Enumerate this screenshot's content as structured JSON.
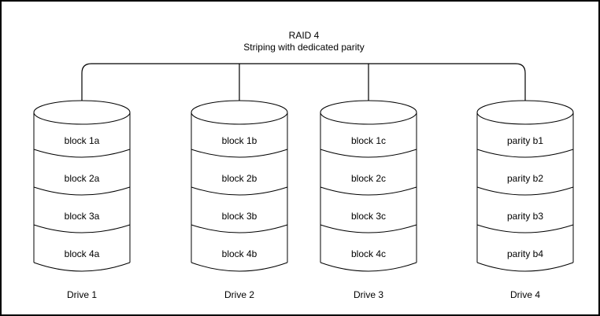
{
  "title": "RAID 4",
  "subtitle": "Striping with dedicated parity",
  "colors": {
    "line": "#000000",
    "background": "#ffffff",
    "text": "#000000"
  },
  "drives": [
    {
      "name": "Drive 1",
      "blocks": [
        "block 1a",
        "block 2a",
        "block 3a",
        "block 4a"
      ]
    },
    {
      "name": "Drive 2",
      "blocks": [
        "block 1b",
        "block 2b",
        "block 3b",
        "block 4b"
      ]
    },
    {
      "name": "Drive 3",
      "blocks": [
        "block 1c",
        "block 2c",
        "block 3c",
        "block 4c"
      ]
    },
    {
      "name": "Drive 4",
      "blocks": [
        "parity b1",
        "parity b2",
        "parity b3",
        "parity b4"
      ]
    }
  ]
}
